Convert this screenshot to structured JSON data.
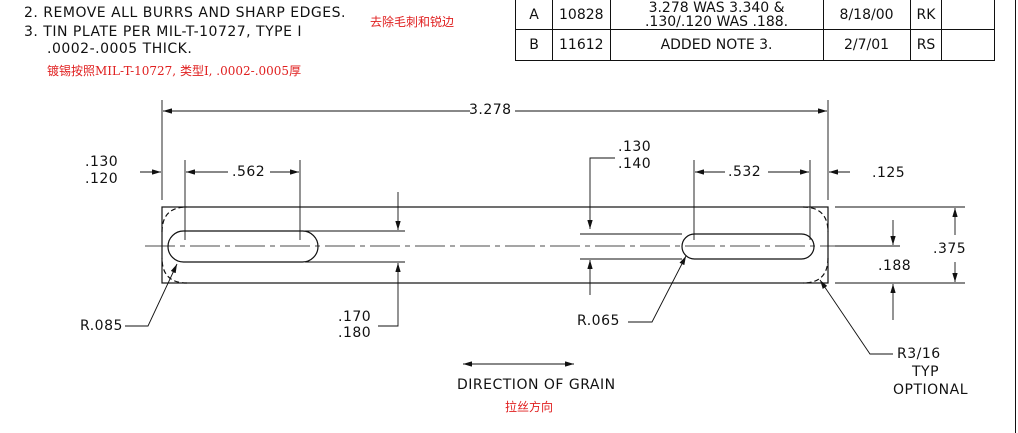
{
  "notes": {
    "note2": "2. REMOVE ALL BURRS AND SHARP EDGES.",
    "note2_cn": "去除毛刺和锐边",
    "note3_line1": "3. TIN PLATE PER MIL-T-10727, TYPE I",
    "note3_line2": ".0002-.0005 THICK.",
    "note3_cn": "镀锡按照MIL-T-10727, 类型I, .0002-.0005厚"
  },
  "revisions": [
    {
      "rev": "A",
      "ecn": "10828",
      "desc1": "3.278 WAS 3.340 &",
      "desc2": ".130/.120 WAS .188.",
      "date": "8/18/00",
      "by": "RK"
    },
    {
      "rev": "B",
      "ecn": "11612",
      "desc1": "ADDED NOTE 3.",
      "desc2": "",
      "date": "2/7/01",
      "by": "RS"
    }
  ],
  "dims": {
    "overall": "3.278",
    "left_edge_a": ".130",
    "left_edge_b": ".120",
    "left_slot": ".562",
    "right_slot": ".532",
    "right_edge": ".125",
    "mid_a": ".130",
    "mid_b": ".140",
    "slot_y_a": ".170",
    "slot_y_b": ".180",
    "slot_center": ".188",
    "width": ".375",
    "r_left": "R.085",
    "r_right": "R.065",
    "corner1": "R3/16",
    "corner2": "TYP",
    "corner3": "OPTIONAL"
  },
  "grain": {
    "label": "DIRECTION OF GRAIN",
    "label_cn": "拉丝方向"
  }
}
